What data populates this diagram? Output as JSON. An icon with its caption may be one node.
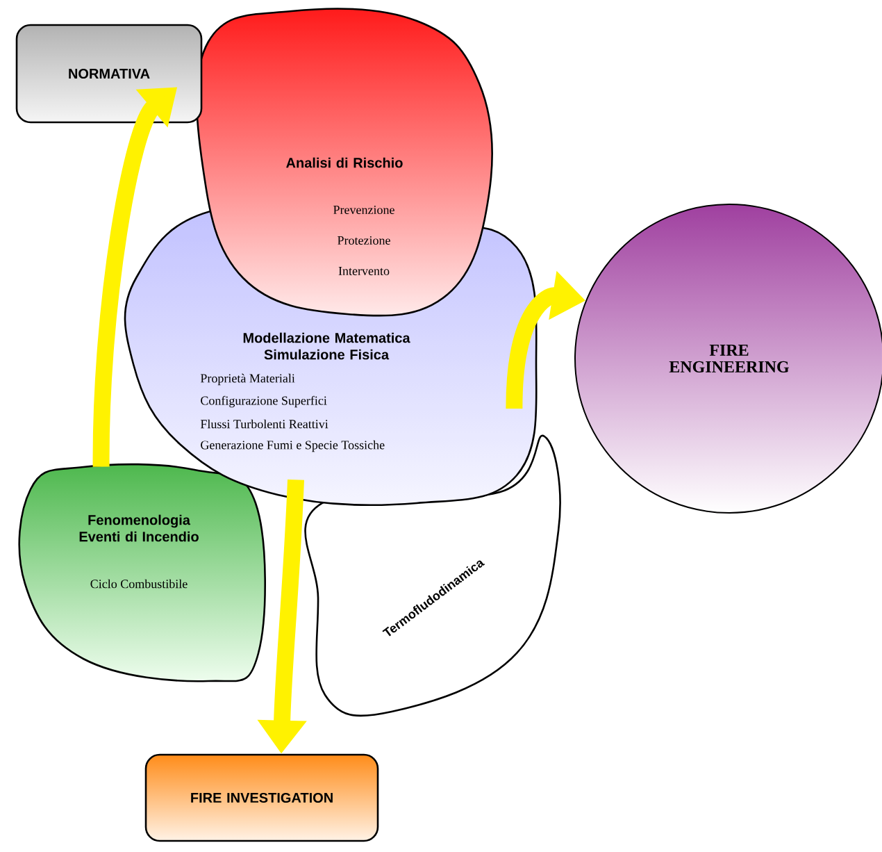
{
  "diagram": {
    "nodes": [
      {
        "text": [
          "NORMATIVA"
        ]
      },
      {
        "text": [
          "Analisi di Rischio",
          "Prevenzione",
          "Protezione",
          "Intervento"
        ]
      },
      {
        "text": [
          "Modellazione Matematica Simulazione Fisica",
          "Proprietà Materiali",
          "Configurazione Superfici",
          "Flussi Turbolenti Reattivi",
          "Generazione Fumi e Specie Tossiche"
        ]
      },
      {
        "text": [
          "Fenomenologia Eventi di Incendio",
          "Ciclo Combustibile"
        ]
      },
      {
        "text": [
          "Termofludodinamica"
        ]
      },
      {
        "text": [
          "FIRE ENGINEERING"
        ]
      },
      {
        "text": [
          "FIRE INVESTIGATION"
        ]
      }
    ],
    "edges": [
      {
        "from": 3,
        "to": 0,
        "arrow": "to"
      },
      {
        "from": 2,
        "to": 5,
        "arrow": "to"
      },
      {
        "from": 2,
        "to": 6,
        "arrow": "to"
      }
    ]
  }
}
